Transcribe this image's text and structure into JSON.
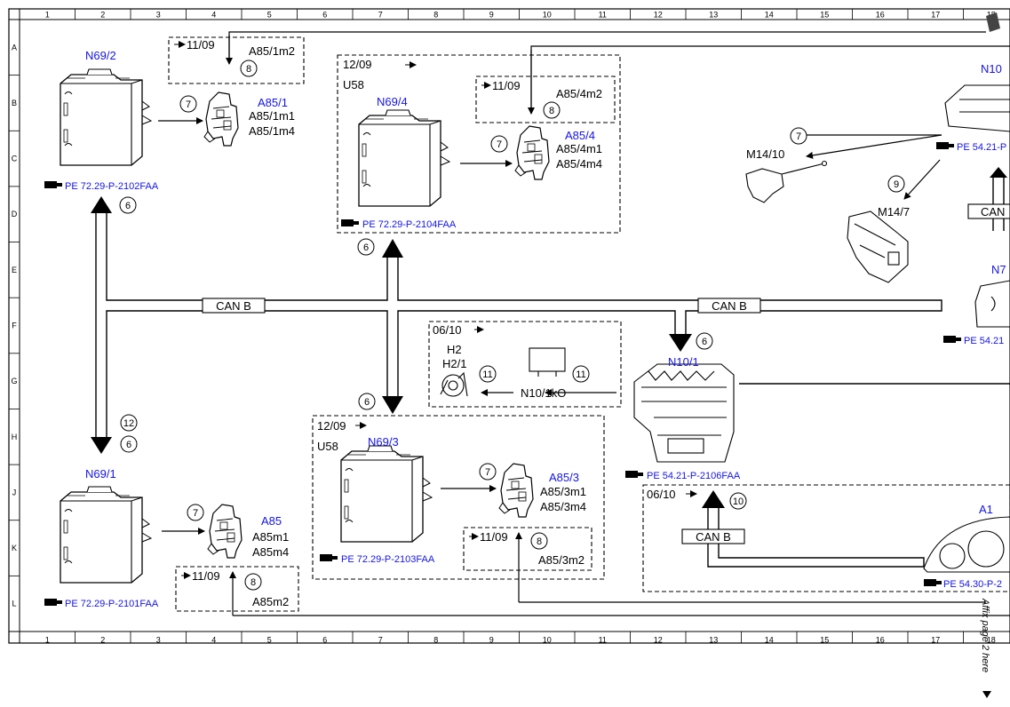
{
  "grid": {
    "columns": [
      "1",
      "2",
      "3",
      "4",
      "5",
      "6",
      "7",
      "8",
      "9",
      "10",
      "11",
      "12",
      "13",
      "14",
      "15",
      "16",
      "17",
      "18"
    ],
    "rows": [
      "A",
      "B",
      "C",
      "D",
      "E",
      "F",
      "G",
      "H",
      "J",
      "K",
      "L"
    ]
  },
  "colors": {
    "link": "#1414e6",
    "line": "#000000",
    "background": "#ffffff"
  },
  "modules": {
    "n69_2": "N69/2",
    "n69_4": "N69/4",
    "n69_3": "N69/3",
    "n69_1": "N69/1",
    "n10_1": "N10/1",
    "n10_partial": "N10",
    "n7_partial": "N7",
    "a1": "A1"
  },
  "components": {
    "a85_1": "A85/1",
    "a85_1m1": "A85/1m1",
    "a85_1m4": "A85/1m4",
    "a85_1m2": "A85/1m2",
    "a85_4": "A85/4",
    "a85_4m1": "A85/4m1",
    "a85_4m4": "A85/4m4",
    "a85_4m2": "A85/4m2",
    "a85_3": "A85/3",
    "a85_3m1": "A85/3m1",
    "a85_3m4": "A85/3m4",
    "a85_3m2": "A85/3m2",
    "a85": "A85",
    "a85m1": "A85m1",
    "a85m4": "A85m4",
    "a85m2": "A85m2",
    "m14_10": "M14/10",
    "m14_7": "M14/7",
    "h2": "H2",
    "h2_1": "H2/1",
    "n10_1k0": "N10/1kO",
    "u58": "U58"
  },
  "dates": {
    "d1109": "11/09",
    "d1209": "12/09",
    "d0610": "06/10"
  },
  "bus": {
    "can_b": "CAN B"
  },
  "refs": {
    "r2102": "PE 72.29-P-2102FAA",
    "r2104": "PE 72.29-P-2104FAA",
    "r2103": "PE 72.29-P-2103FAA",
    "r2101": "PE 72.29-P-2101FAA",
    "r2106": "PE 54.21-P-2106FAA",
    "r5421_top": "PE 54.21-P",
    "r5421_mid": "PE 54.21",
    "r5430": "PE 54.30-P-2"
  },
  "numbers": {
    "n6": "6",
    "n7": "7",
    "n8": "8",
    "n9": "9",
    "n10": "10",
    "n11": "11",
    "n12": "12"
  },
  "note": {
    "affix": "Affix page 2 here"
  }
}
